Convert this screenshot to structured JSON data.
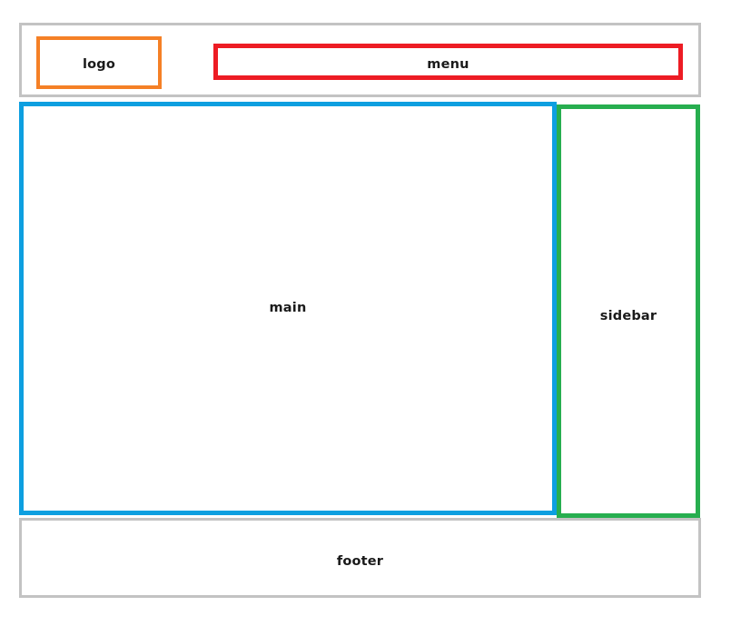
{
  "diagram": {
    "title": "web page layout wireframe",
    "background_color": "#ffffff"
  },
  "regions": {
    "header": {
      "label": "",
      "border_color": "#c3c3c3"
    },
    "logo": {
      "label": "logo",
      "border_color": "#f58026"
    },
    "menu": {
      "label": "menu",
      "border_color": "#ed1c24"
    },
    "main": {
      "label": "main",
      "border_color": "#0d9fe0"
    },
    "sidebar": {
      "label": "sidebar",
      "border_color": "#27ae4f"
    },
    "footer": {
      "label": "footer",
      "border_color": "#c3c3c3"
    }
  }
}
